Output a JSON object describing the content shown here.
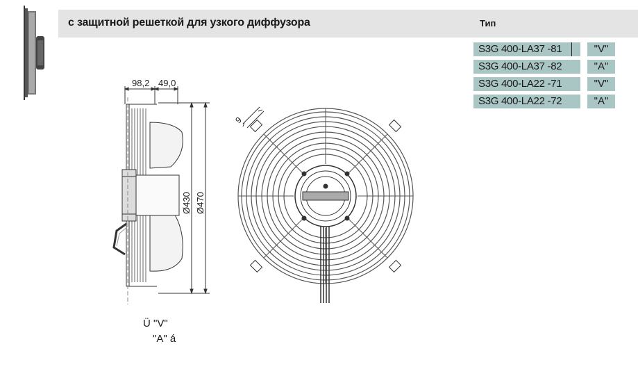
{
  "header": {
    "title": "с защитной решеткой для узкого диффузора",
    "type_label": "Тип"
  },
  "types": [
    {
      "code": "S3G 400-LA37  -81",
      "version": "\"V\""
    },
    {
      "code": "S3G 400-LA37  -82",
      "version": "\"A\""
    },
    {
      "code": "S3G 400-LA22  -71",
      "version": "\"V\""
    },
    {
      "code": "S3G 400-LA22  -72",
      "version": "\"A\""
    }
  ],
  "drawing": {
    "dim_width_1": "98,2",
    "dim_width_2": "49,0",
    "dim_dia_inner": "Ø430",
    "dim_dia_outer": "Ø470",
    "dim_slot": "9"
  },
  "legend": {
    "line1": "Ü \"V\"",
    "line2": "\"A\" á"
  }
}
